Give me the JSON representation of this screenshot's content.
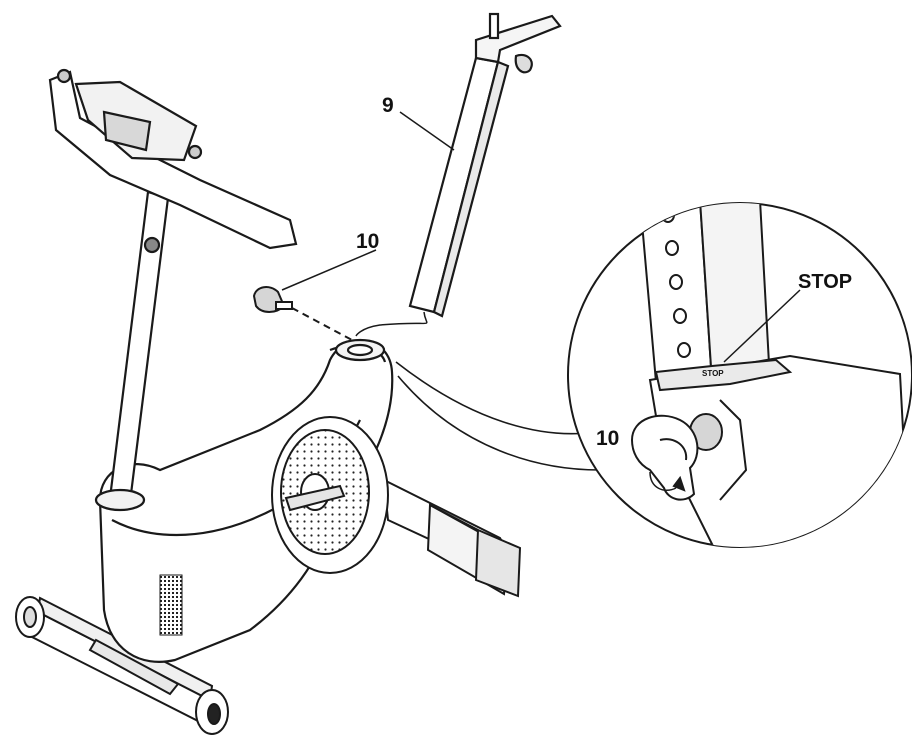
{
  "labels": {
    "part_seat_post": "9",
    "part_knob_main": "10",
    "part_knob_inset": "10",
    "stop_callout": "STOP",
    "stop_marking": "STOP"
  }
}
